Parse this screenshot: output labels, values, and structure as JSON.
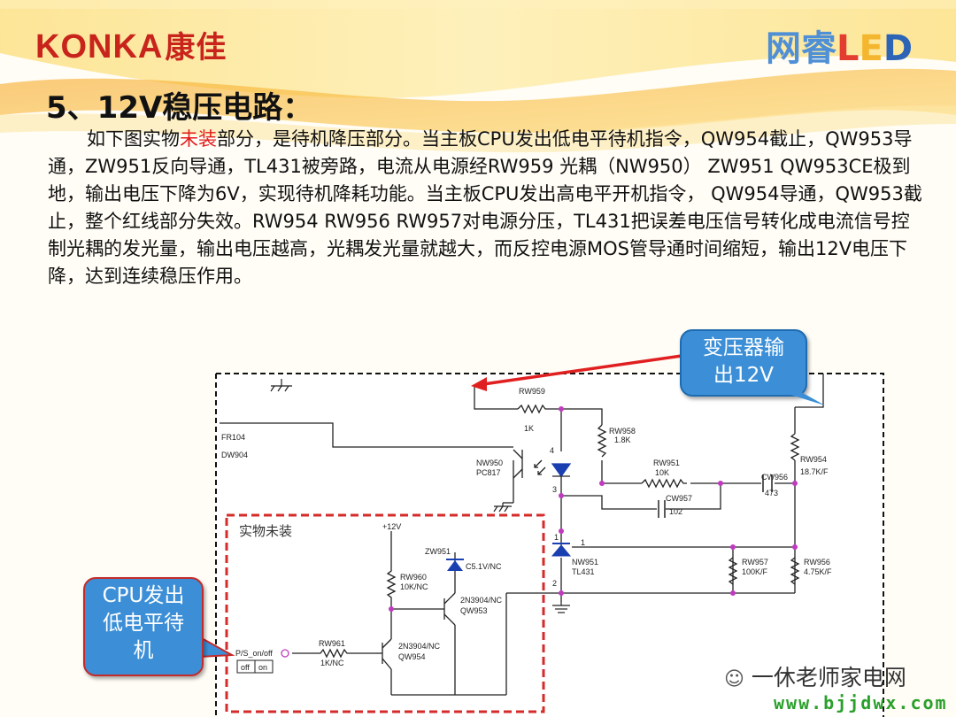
{
  "header": {
    "konka_logo_latin": "KONKA",
    "konka_logo_cn": "康佳",
    "led_logo": [
      "网",
      "睿",
      "L",
      "E",
      "D"
    ]
  },
  "title": "5、12V稳压电路：",
  "paragraph": {
    "part1": "如下图实物",
    "part_red": "未装",
    "part2": "部分，是待机降压部分。当主板CPU发出低电平待机指令，QW954截止，QW953导通，ZW951反向导通，TL431被旁路，电流从电源经RW959 光耦（NW950） ZW951 QW953CE极到地，输出电压下降为6V，实现待机降耗功能。当主板CPU发出高电平开机指令， QW954导通，QW953截止，整个红线部分失效。RW954 RW956 RW957对电源分压，TL431把误差电压信号转化成电流信号控制光耦的发光量，输出电压越高，光耦发光量就越大，而反控电源MOS管导通时间缩短，输出12V电压下降，达到连续稳压作用。"
  },
  "callouts": {
    "transformer": {
      "line1": "变压器输",
      "line2": "出12V"
    },
    "cpu": {
      "line1": "CPU发出",
      "line2": "低电平待",
      "line3": "机"
    }
  },
  "schematic": {
    "fr104": "FR104",
    "dw904": "DW904",
    "rw959": "RW959",
    "rw959_val": "1K",
    "rw958": "RW958",
    "rw958_val": "1.8K",
    "rw954": "RW954",
    "rw954_val": "18.7K/F",
    "nw950": "NW950",
    "pc817": "PC817",
    "rw951": "RW951",
    "rw951_val": "10K",
    "cw956": "CW956",
    "cw956_val": "473",
    "cw957": "CW957",
    "cw957_val": "102",
    "not_installed": "实物未装",
    "plus12v": "+12V",
    "zw951": "ZW951",
    "zw951_val": "C5.1V/NC",
    "rw960": "RW960",
    "rw960_val": "10K/NC",
    "qw953_type": "2N3904/NC",
    "qw953": "QW953",
    "nw951": "NW951",
    "tl431": "TL431",
    "rw957": "RW957",
    "rw957_val": "100K/F",
    "rw956": "RW956",
    "rw956_val": "4.75K/F",
    "ps_on": "P/S_on/off",
    "rw961": "RW961",
    "rw961_val": "1K/NC",
    "qw954_type": "2N3904/NC",
    "qw954": "QW954",
    "off": "off",
    "on": "on",
    "pin1": "1",
    "pin2": "2",
    "pin3": "3",
    "pin4": "4",
    "pinK": "1"
  },
  "watermark": {
    "name": "一休老师家电网",
    "url": "www.bjjdwx.com"
  },
  "colors": {
    "konka_red": "#c8241c",
    "callout_blue": "#3c8fd7",
    "highlight_red": "#e01b1b",
    "dash_red": "#d62b2b",
    "arrow_red": "#e02020",
    "wire_purple": "#b03ab0"
  }
}
